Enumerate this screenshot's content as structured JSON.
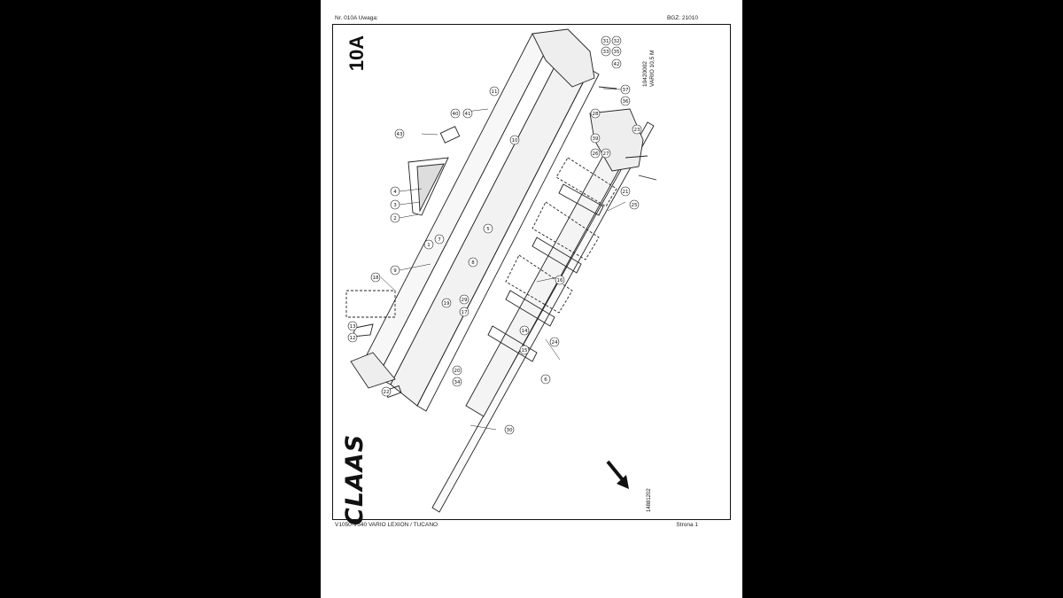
{
  "header": {
    "left": "Nr. 010A   Uwaga:",
    "right": "BGZ: 21010"
  },
  "footer": {
    "left": "V1050-V540 VARIO LEXION / TUCANO",
    "right": "Strona 1"
  },
  "sheet": {
    "code": "10A",
    "drawing_no": "10420002",
    "model": "VARIO 10,5 M",
    "ref_no": "14881202",
    "brand": "CLAAS"
  },
  "callouts": [
    "1",
    "2",
    "3",
    "4",
    "5",
    "6",
    "7",
    "8",
    "9",
    "10",
    "11",
    "12",
    "13",
    "14",
    "15",
    "16",
    "17",
    "18",
    "19",
    "20",
    "21",
    "22",
    "23",
    "24",
    "25",
    "26",
    "27",
    "28",
    "29",
    "30",
    "31",
    "32",
    "33",
    "34",
    "35",
    "36",
    "37",
    "39",
    "40",
    "41",
    "42",
    "43"
  ]
}
